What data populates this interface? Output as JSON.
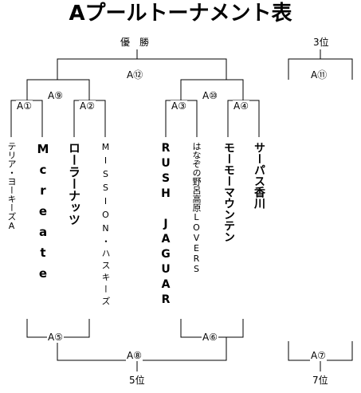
{
  "title": "Aプールトーナメント表",
  "labels": {
    "champion": "優　勝",
    "third": "3位",
    "fifth": "5位",
    "seventh": "7位"
  },
  "matches": {
    "a1": "A①",
    "a2": "A②",
    "a3": "A③",
    "a4": "A④",
    "a5": "A⑤",
    "a6": "A⑥",
    "a7": "A⑦",
    "a8": "A⑧",
    "a9": "A⑨",
    "a10": "A⑩",
    "a11": "A⑪",
    "a12": "A⑫"
  },
  "teams": [
    "テリア・ヨーキーズA",
    "Mcreate",
    "ローラーナッツ",
    "MISSION・ハスキーズ",
    "RUSH JAGUAR",
    "はなぞの野呂高原LOVERS",
    "モーモーマウンテン",
    "サーパス香川"
  ]
}
